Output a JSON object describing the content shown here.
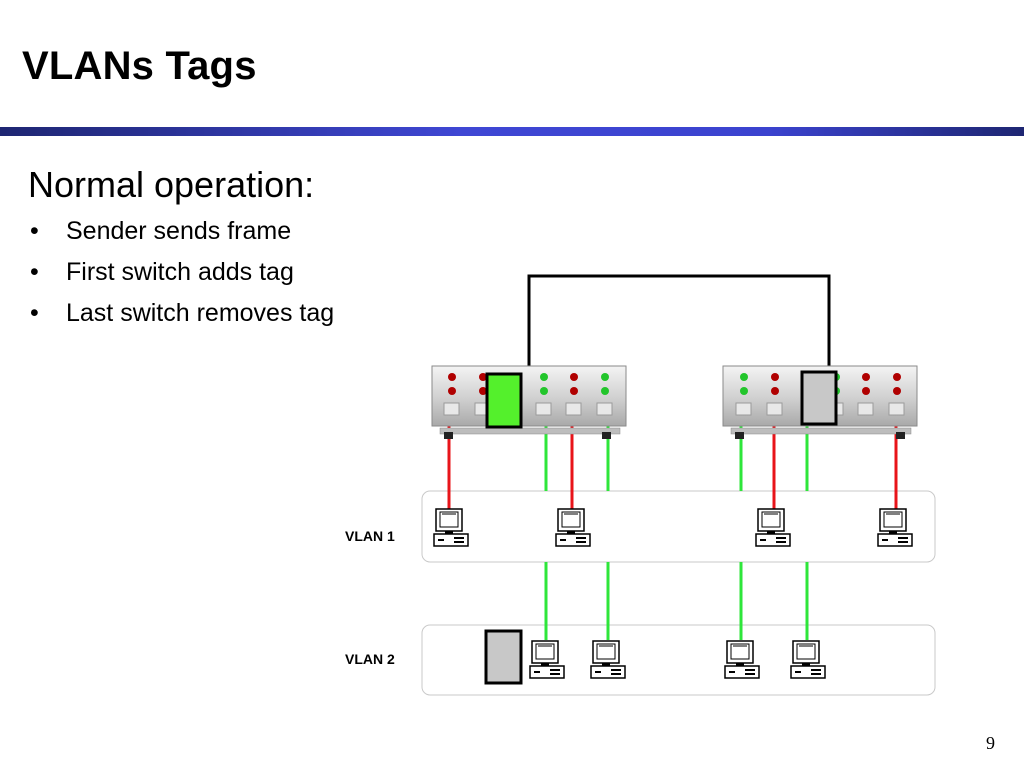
{
  "slide": {
    "title": "VLANs Tags",
    "heading": "Normal operation:",
    "bullets": [
      "Sender sends frame",
      "First switch adds tag",
      "Last switch removes tag"
    ],
    "bullet_symbol": "•",
    "page_number": "9"
  },
  "diagram": {
    "vlan_labels": [
      "VLAN 1",
      "VLAN 2"
    ],
    "colors": {
      "vlan1_link": "#e8141a",
      "vlan2_link": "#2ee63a",
      "trunk_link": "#000000",
      "tag_frame": "#54f02c",
      "untagged_frame": "#c8c8c8"
    }
  }
}
